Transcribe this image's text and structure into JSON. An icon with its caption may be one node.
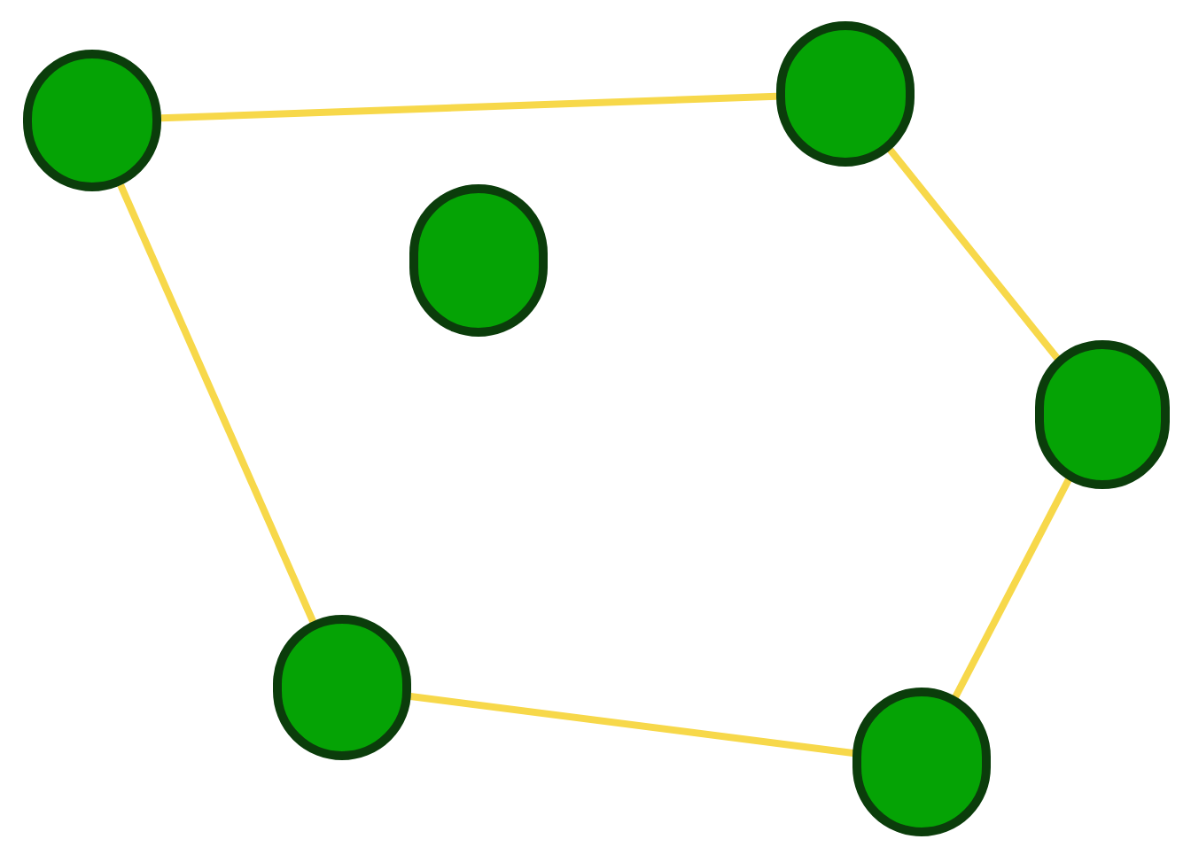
{
  "diagram": {
    "nodes": [
      {
        "text": [],
        "shape": "circle"
      },
      {
        "text": [],
        "shape": "circle"
      },
      {
        "text": [],
        "shape": "circle"
      },
      {
        "text": [],
        "shape": "circle"
      },
      {
        "text": [],
        "shape": "circle"
      },
      {
        "text": [],
        "shape": "circle"
      }
    ],
    "edges": [
      {
        "from": 0,
        "to": 1,
        "arrow": "none",
        "color": "#f7d84a"
      },
      {
        "from": 1,
        "to": 3,
        "arrow": "none",
        "color": "#f7d84a"
      },
      {
        "from": 3,
        "to": 5,
        "arrow": "none",
        "color": "#f7d84a"
      },
      {
        "from": 5,
        "to": 4,
        "arrow": "none",
        "color": "#f7d84a"
      },
      {
        "from": 4,
        "to": 0,
        "arrow": "none",
        "color": "#f7d84a"
      }
    ]
  }
}
